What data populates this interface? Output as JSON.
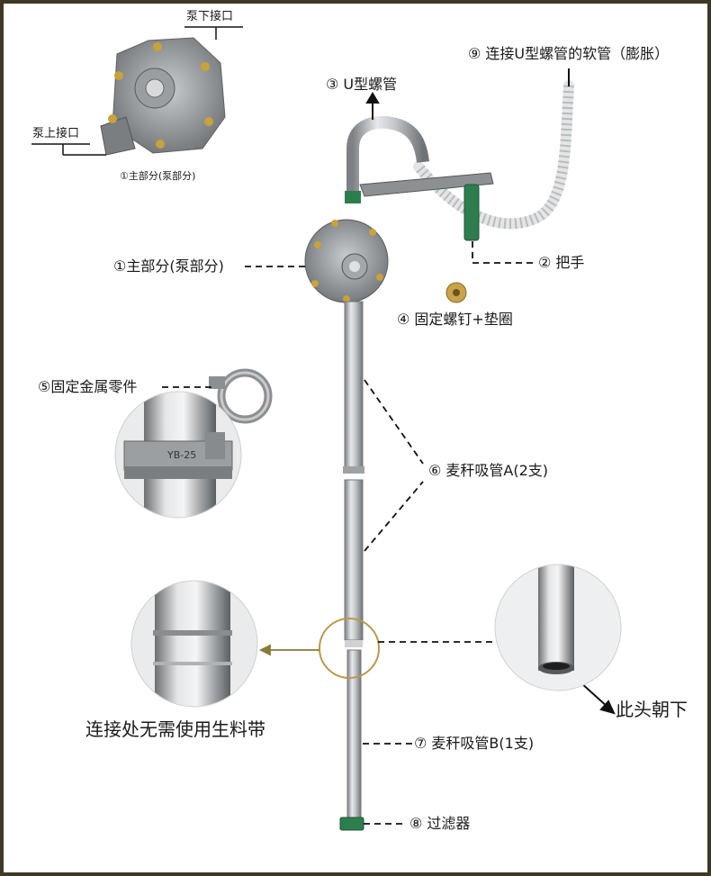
{
  "labels": {
    "pump_lower_port": "泵下接口",
    "pump_upper_port": "泵上接口",
    "main_part_small": "①主部分(泵部分)",
    "u_tube": "③ U型螺管",
    "hose": "⑨ 连接U型螺管的软管（膨胀）",
    "handle": "② 把手",
    "main_part": "①主部分(泵部分)",
    "screw": "④ 固定螺钉+垫圈",
    "fixing_metal": "⑤固定金属零件",
    "straw_a": "⑥ 麦秆吸管A(2支)",
    "straw_b": "⑦ 麦秆吸管B(1支)",
    "filter": "⑧ 过滤器",
    "no_tape": "连接处无需使用生料带",
    "end_down": "此头朝下"
  },
  "stamp_text": "YB-25",
  "colors": {
    "frame": "#3e3826",
    "leader_gold": "#8a7a3a",
    "metal": "#b9bcbe",
    "green": "#2e7d4f"
  }
}
